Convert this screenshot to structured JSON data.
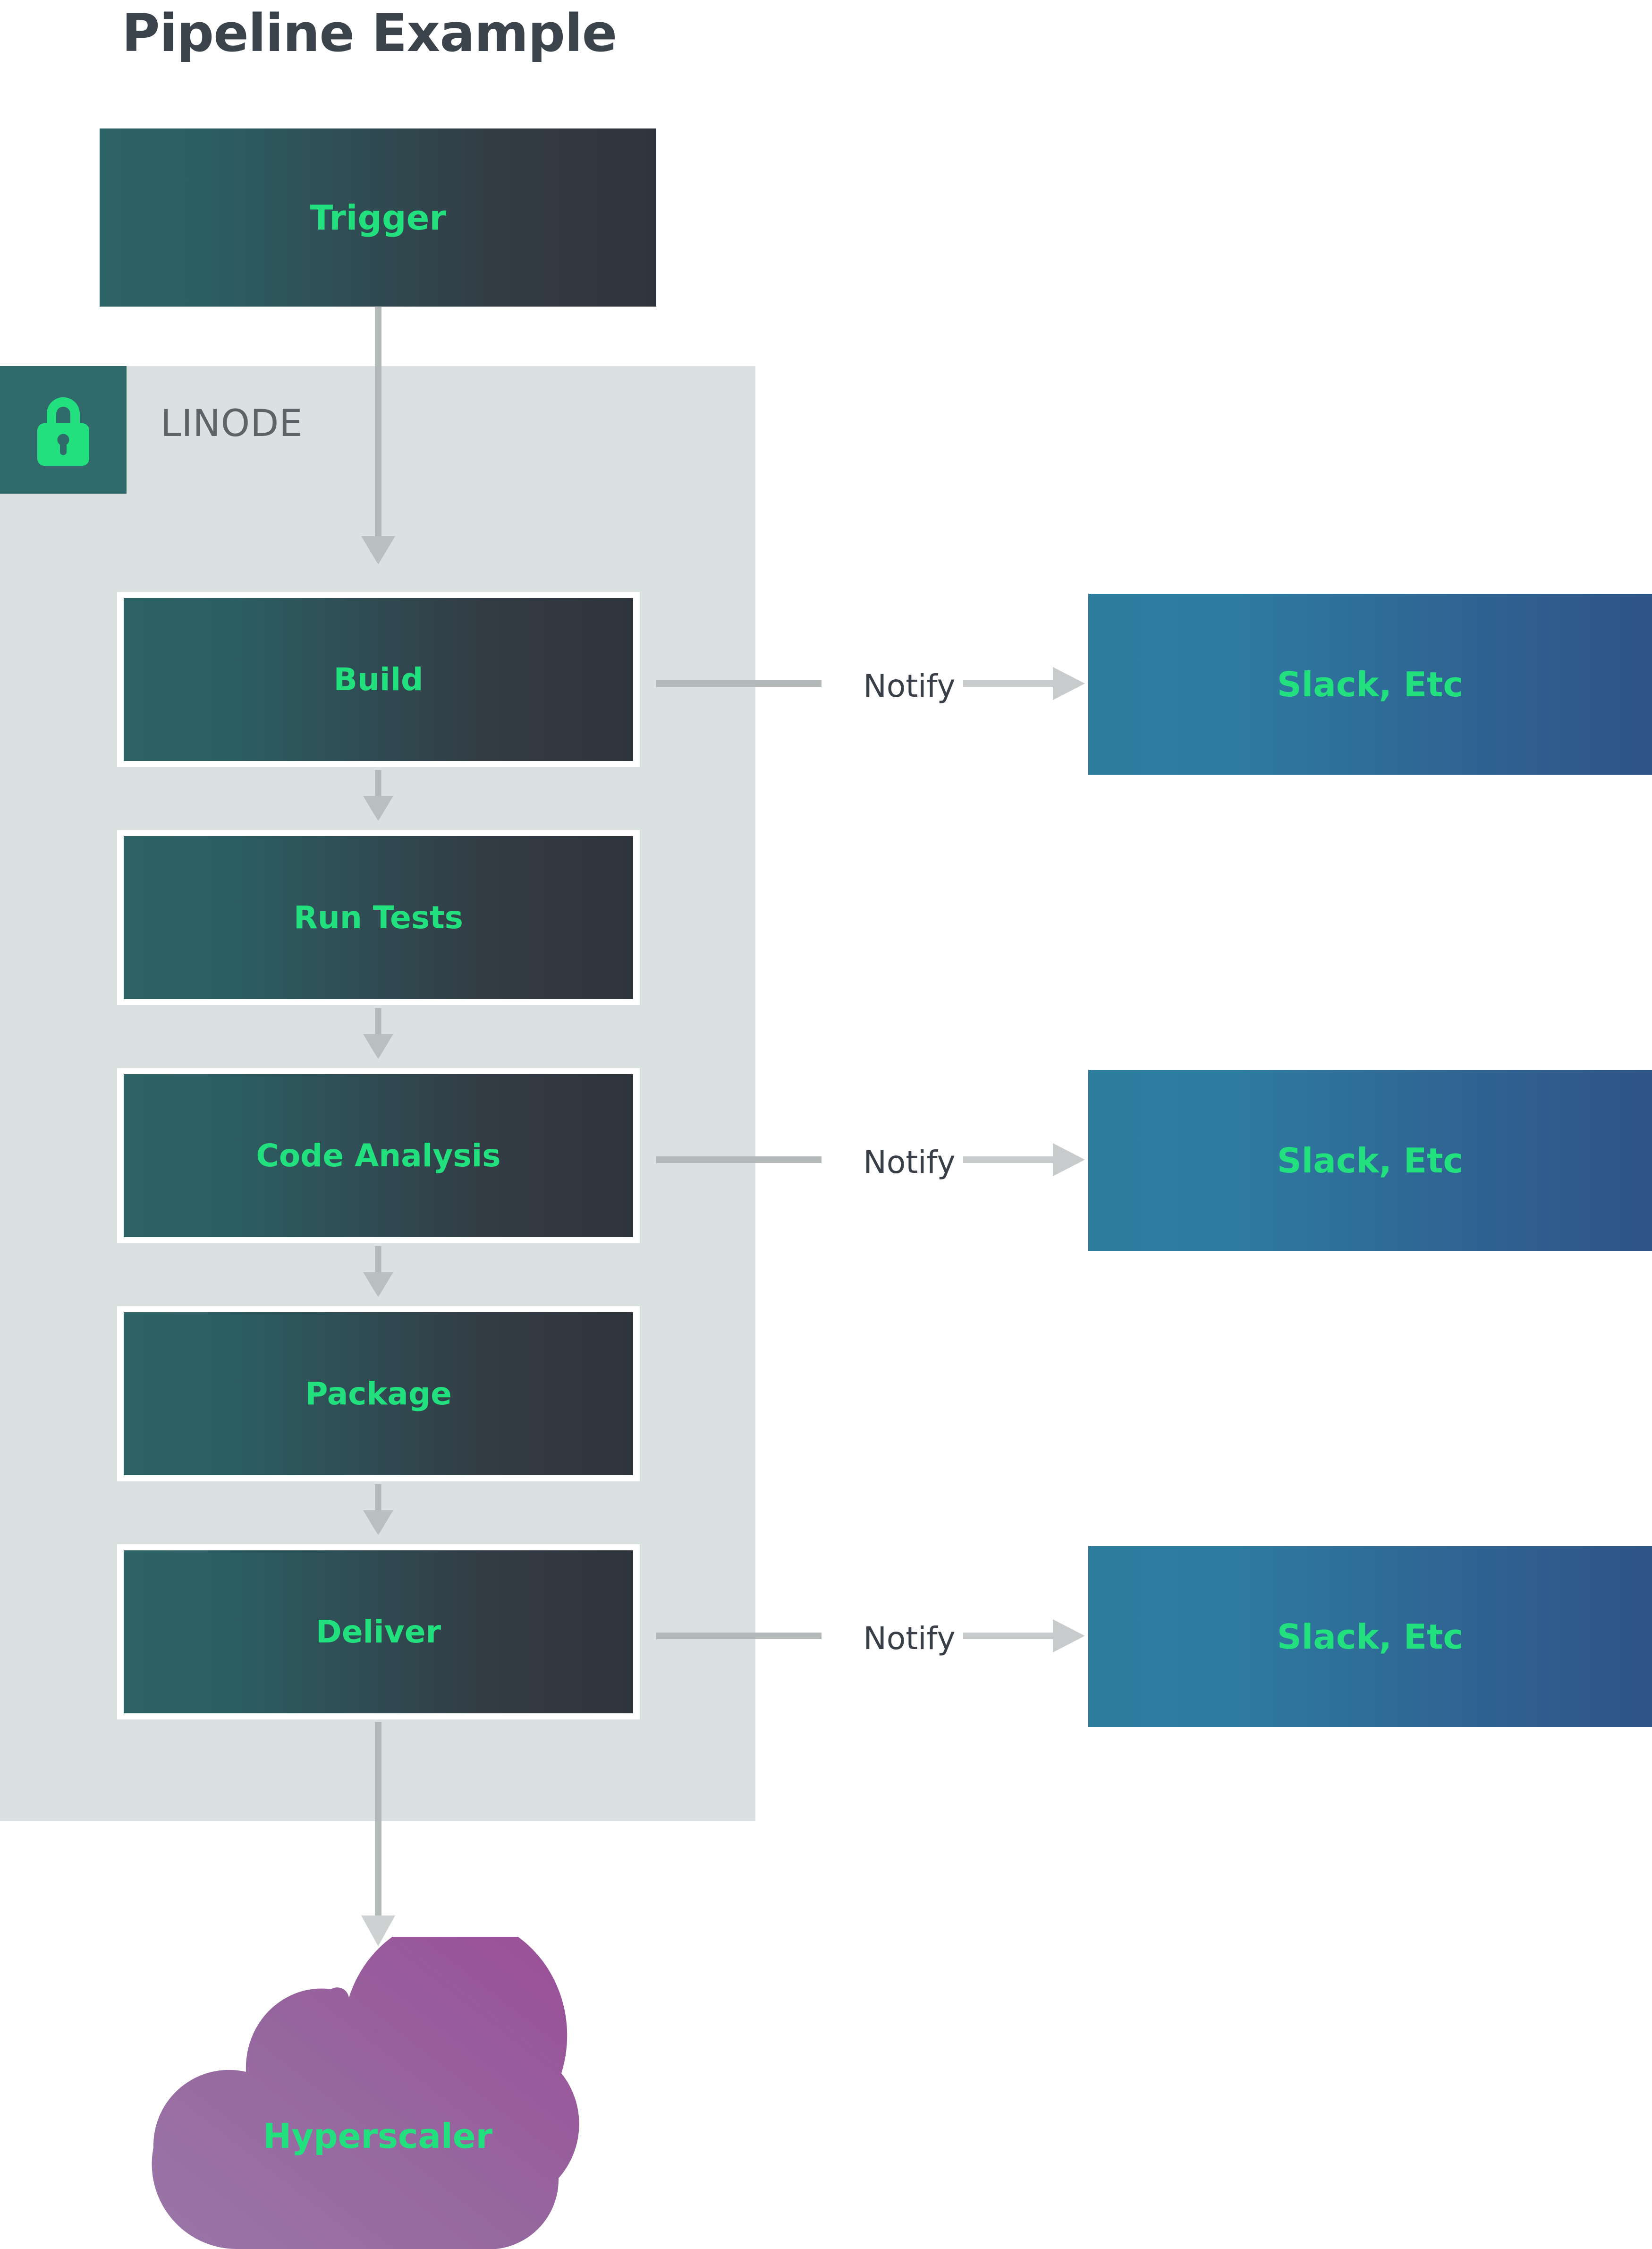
{
  "title": "Pipeline Example",
  "colors": {
    "accent_green": "#22e07e",
    "title_gray": "#3b444d",
    "container_bg": "#d9e2e1",
    "lock_badge_bg": "#316a6b",
    "stage_gradient_start": "#2d6265",
    "stage_gradient_end": "#2f353d",
    "slack_gradient_start": "#2d7c9e",
    "slack_gradient_end": "#2f5486",
    "arrow_gray": "#b3b8b8",
    "cloud_start": "#9b76a8",
    "cloud_end": "#9b4d97"
  },
  "trigger": {
    "label": "Trigger"
  },
  "container": {
    "label": "LINODE",
    "icon": "lock-icon"
  },
  "stages": [
    {
      "label": "Build",
      "notify": true
    },
    {
      "label": "Run Tests",
      "notify": false
    },
    {
      "label": "Code Analysis",
      "notify": true
    },
    {
      "label": "Package",
      "notify": false
    },
    {
      "label": "Deliver",
      "notify": true
    }
  ],
  "notifications": [
    {
      "edge_label": "Notify",
      "target": "Slack, Etc"
    },
    {
      "edge_label": "Notify",
      "target": "Slack, Etc"
    },
    {
      "edge_label": "Notify",
      "target": "Slack, Etc"
    }
  ],
  "cloud": {
    "label": "Hyperscaler",
    "icon": "cloud-icon"
  },
  "chart_data": {
    "type": "diagram",
    "title": "Pipeline Example",
    "nodes": [
      {
        "id": "trigger",
        "label": "Trigger",
        "kind": "box",
        "group": null
      },
      {
        "id": "build",
        "label": "Build",
        "kind": "box",
        "group": "LINODE"
      },
      {
        "id": "runtests",
        "label": "Run Tests",
        "kind": "box",
        "group": "LINODE"
      },
      {
        "id": "codeanalysis",
        "label": "Code Analysis",
        "kind": "box",
        "group": "LINODE"
      },
      {
        "id": "package",
        "label": "Package",
        "kind": "box",
        "group": "LINODE"
      },
      {
        "id": "deliver",
        "label": "Deliver",
        "kind": "box",
        "group": "LINODE"
      },
      {
        "id": "slack1",
        "label": "Slack, Etc",
        "kind": "box",
        "group": null
      },
      {
        "id": "slack2",
        "label": "Slack, Etc",
        "kind": "box",
        "group": null
      },
      {
        "id": "slack3",
        "label": "Slack, Etc",
        "kind": "box",
        "group": null
      },
      {
        "id": "hyperscaler",
        "label": "Hyperscaler",
        "kind": "cloud",
        "group": null
      }
    ],
    "edges": [
      {
        "from": "trigger",
        "to": "build",
        "label": ""
      },
      {
        "from": "build",
        "to": "runtests",
        "label": ""
      },
      {
        "from": "runtests",
        "to": "codeanalysis",
        "label": ""
      },
      {
        "from": "codeanalysis",
        "to": "package",
        "label": ""
      },
      {
        "from": "package",
        "to": "deliver",
        "label": ""
      },
      {
        "from": "deliver",
        "to": "hyperscaler",
        "label": ""
      },
      {
        "from": "build",
        "to": "slack1",
        "label": "Notify"
      },
      {
        "from": "codeanalysis",
        "to": "slack2",
        "label": "Notify"
      },
      {
        "from": "deliver",
        "to": "slack3",
        "label": "Notify"
      }
    ],
    "groups": [
      {
        "id": "linode",
        "label": "LINODE",
        "icon": "lock-icon"
      }
    ]
  }
}
